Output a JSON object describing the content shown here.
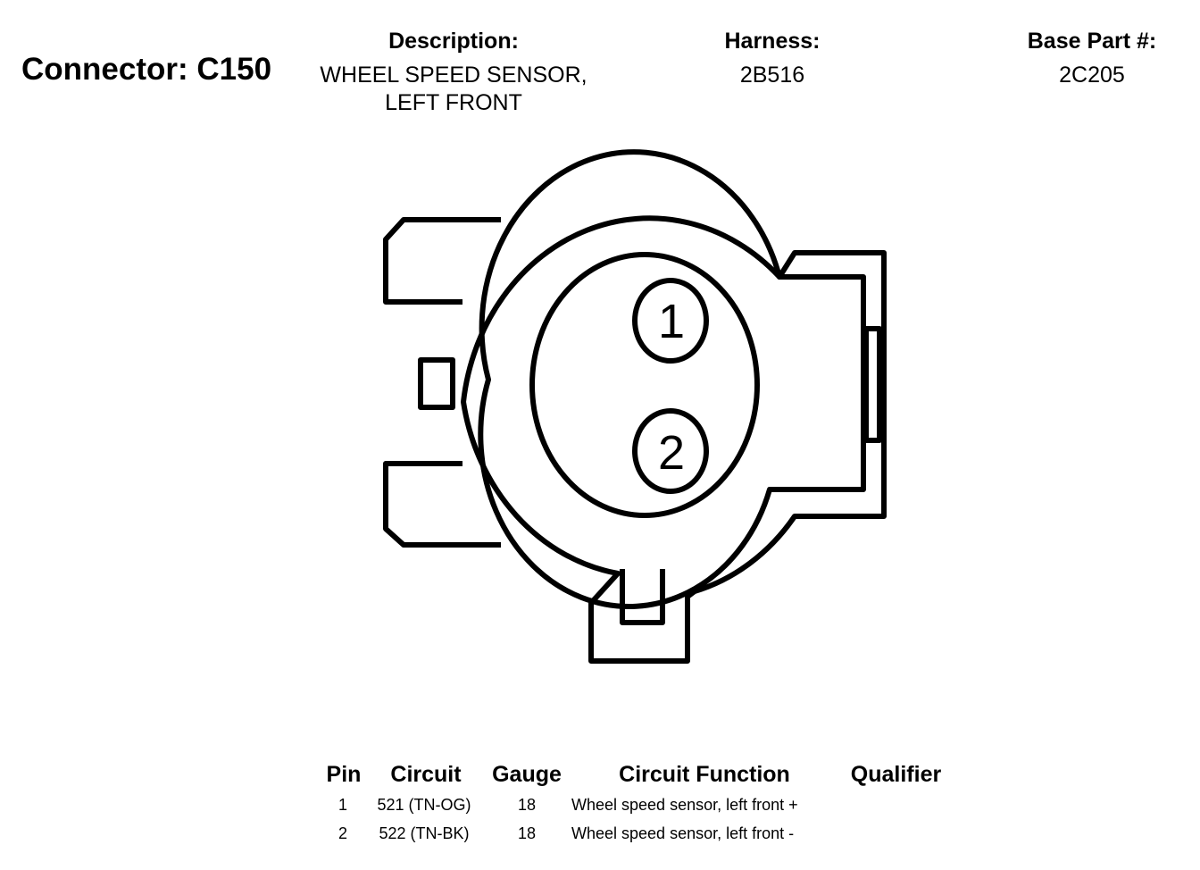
{
  "header": {
    "connector_label": "Connector: C150",
    "description_label": "Description:",
    "description_line1": "WHEEL SPEED SENSOR,",
    "description_line2": "LEFT FRONT",
    "harness_label": "Harness:",
    "harness_value": "2B516",
    "base_part_label": "Base Part #:",
    "base_part_value": "2C205"
  },
  "diagram": {
    "pins": [
      {
        "label": "1"
      },
      {
        "label": "2"
      }
    ]
  },
  "table": {
    "headers": {
      "pin": "Pin",
      "circuit": "Circuit",
      "gauge": "Gauge",
      "function": "Circuit Function",
      "qualifier": "Qualifier"
    },
    "rows": [
      {
        "pin": "1",
        "circuit": "521 (TN-OG)",
        "gauge": "18",
        "function": "Wheel speed sensor, left front +",
        "qualifier": ""
      },
      {
        "pin": "2",
        "circuit": "522 (TN-BK)",
        "gauge": "18",
        "function": "Wheel speed sensor, left front -",
        "qualifier": ""
      }
    ]
  }
}
